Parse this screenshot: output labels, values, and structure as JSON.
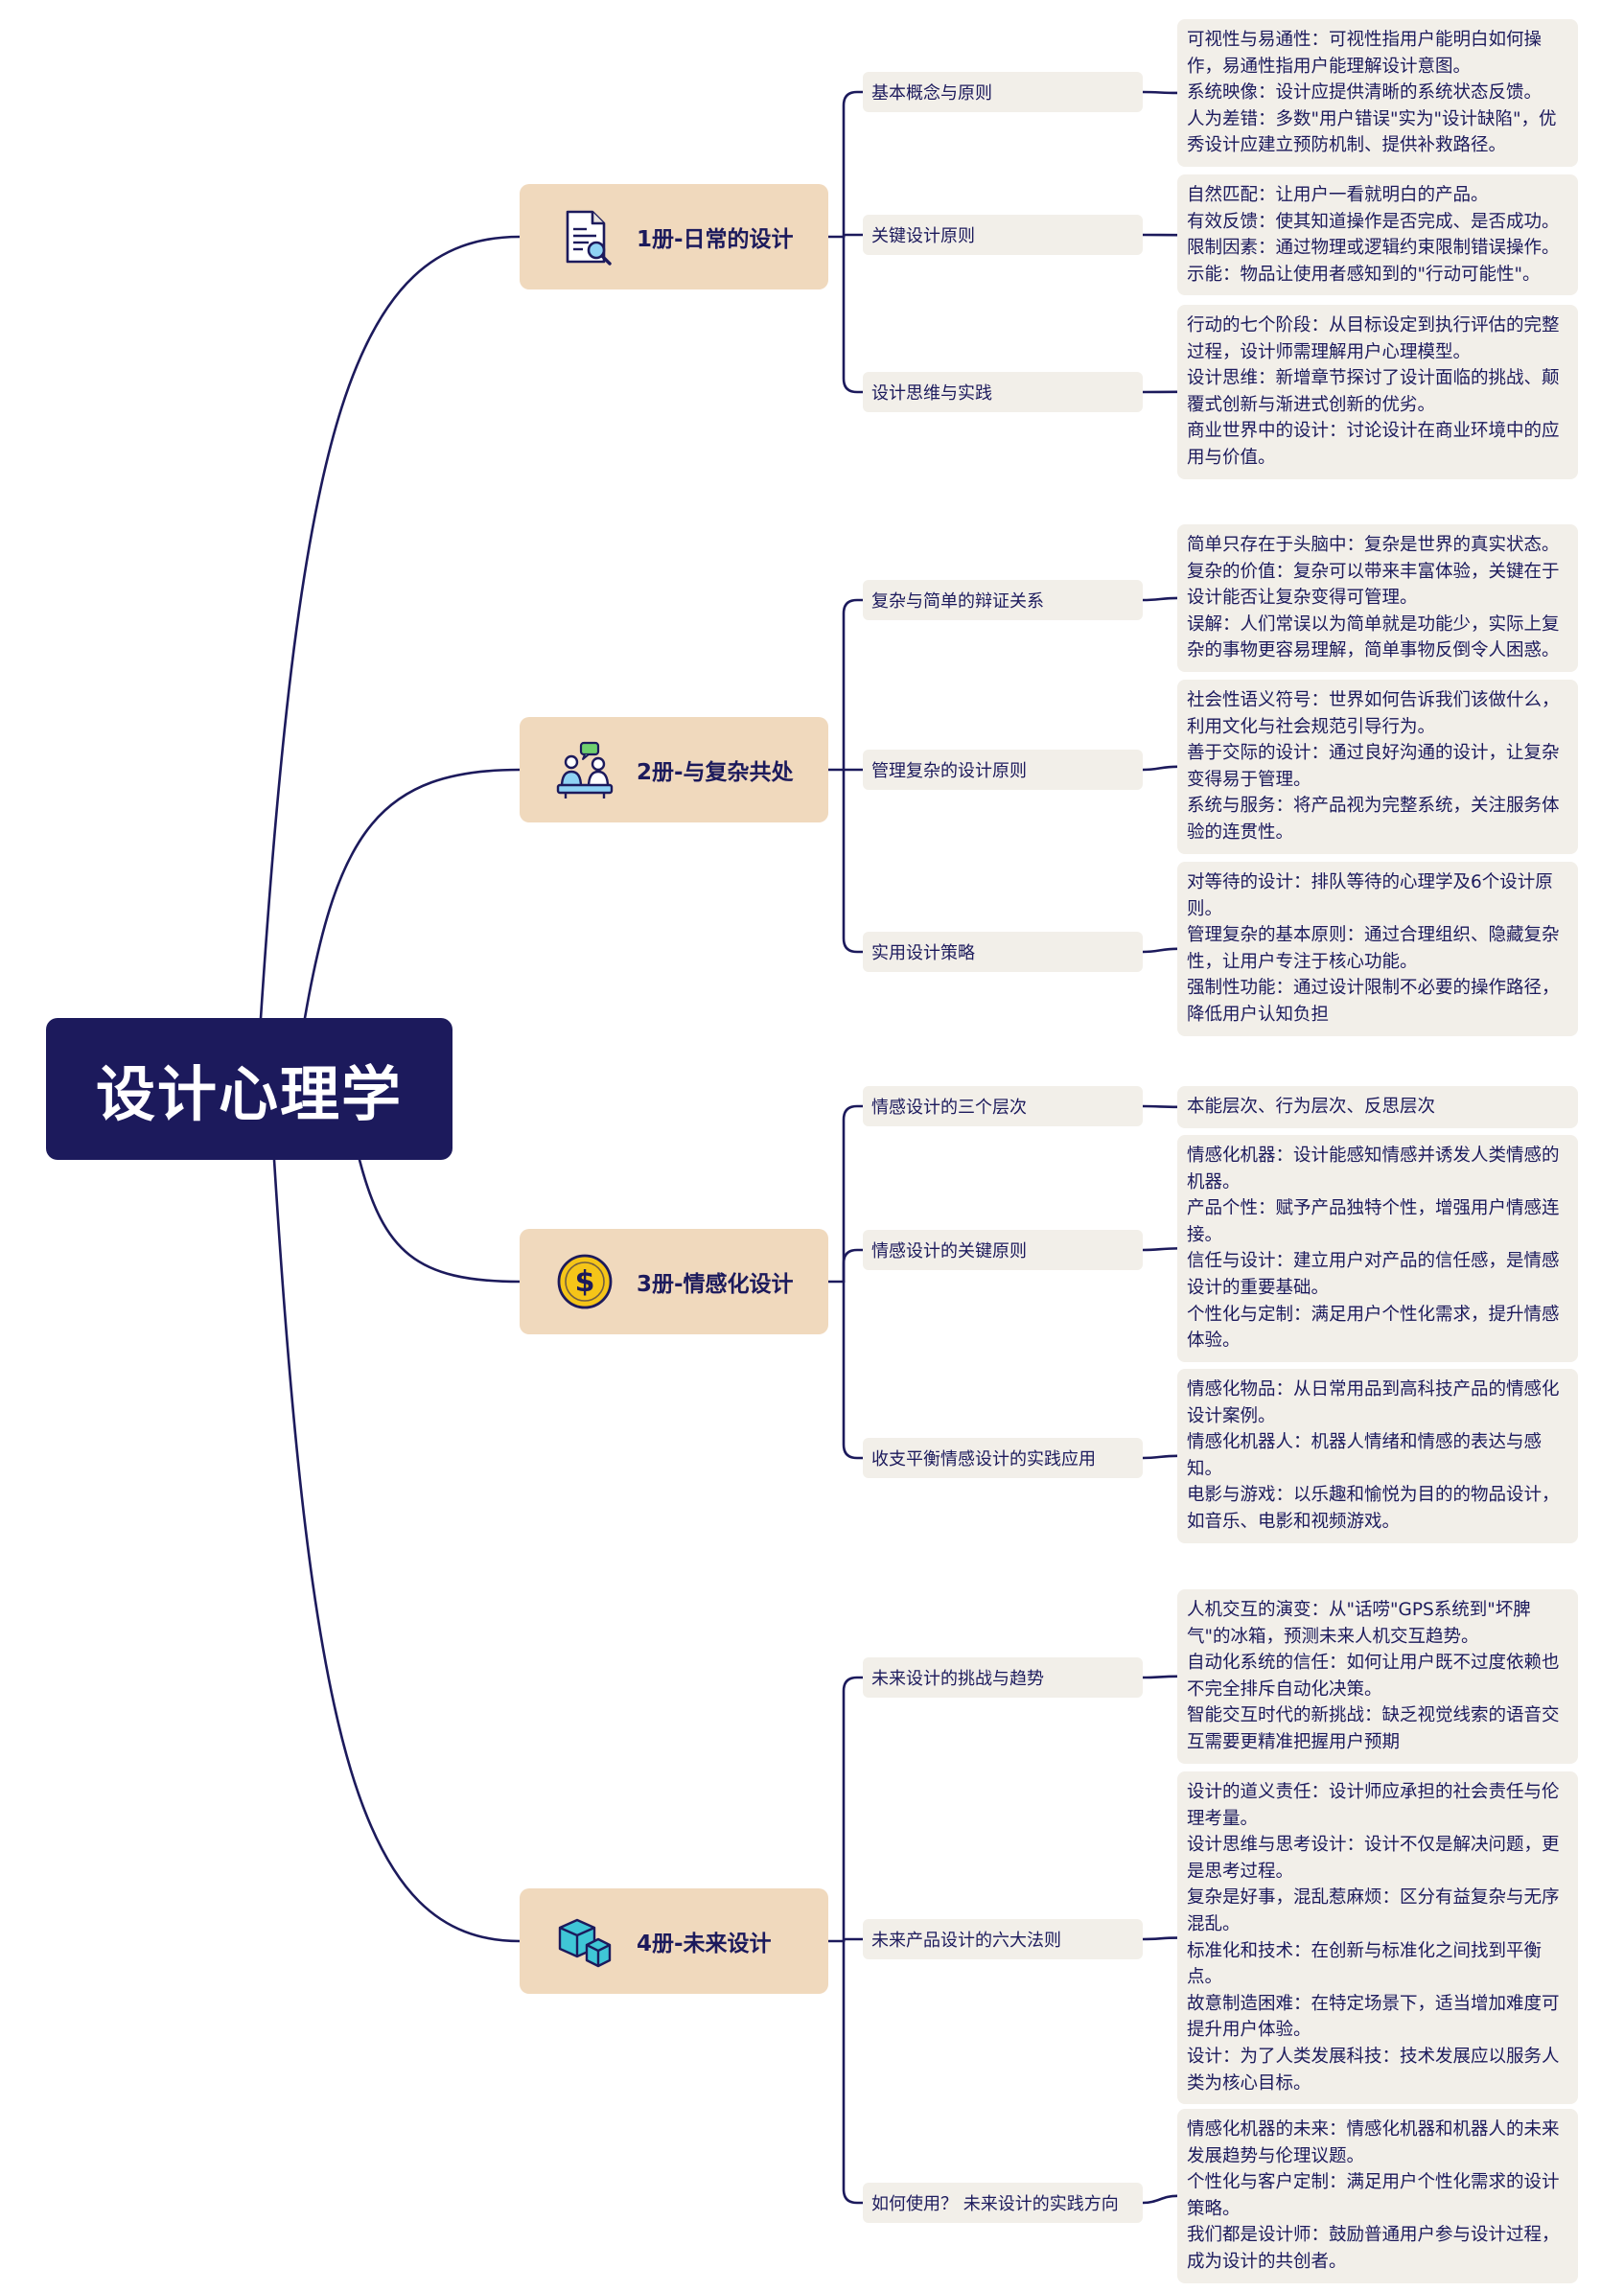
{
  "title": "设计心理学",
  "branches": [
    {
      "label": "1册-日常的设计",
      "icon": "document-search-icon",
      "subs": [
        {
          "label": "基本概念与原则",
          "details": [
            "可视性与易通性：可视性指用户能明白如何操作，易通性指用户能理解设计意图。",
            "系统映像：设计应提供清晰的系统状态反馈。",
            "人为差错：多数\"用户错误\"实为\"设计缺陷\"，优秀设计应建立预防机制、提供补救路径。"
          ]
        },
        {
          "label": "关键设计原则",
          "details": [
            "自然匹配：让用户一看就明白的产品。",
            "有效反馈：使其知道操作是否完成、是否成功。",
            "限制因素：通过物理或逻辑约束限制错误操作。",
            "示能：物品让使用者感知到的\"行动可能性\"。"
          ]
        },
        {
          "label": "设计思维与实践",
          "details": [
            "行动的七个阶段：从目标设定到执行评估的完整过程，设计师需理解用户心理模型。",
            "设计思维：新增章节探讨了设计面临的挑战、颠覆式创新与渐进式创新的优劣。",
            "商业世界中的设计：讨论设计在商业环境中的应用与价值。"
          ]
        }
      ]
    },
    {
      "label": "2册-与复杂共处",
      "icon": "discussion-people-icon",
      "subs": [
        {
          "label": "复杂与简单的辩证关系",
          "details": [
            "简单只存在于头脑中：复杂是世界的真实状态。",
            "复杂的价值：复杂可以带来丰富体验，关键在于设计能否让复杂变得可管理。",
            "误解：人们常误以为简单就是功能少，实际上复杂的事物更容易理解，简单事物反倒令人困惑。"
          ]
        },
        {
          "label": "管理复杂的设计原则",
          "details": [
            "社会性语义符号：世界如何告诉我们该做什么，利用文化与社会规范引导行为。",
            "善于交际的设计：通过良好沟通的设计，让复杂变得易于管理。",
            "系统与服务：将产品视为完整系统，关注服务体验的连贯性。"
          ]
        },
        {
          "label": "实用设计策略",
          "details": [
            "对等待的设计：排队等待的心理学及6个设计原则。",
            "管理复杂的基本原则：通过合理组织、隐藏复杂性，让用户专注于核心功能。",
            "强制性功能：通过设计限制不必要的操作路径，降低用户认知负担"
          ]
        }
      ]
    },
    {
      "label": "3册-情感化设计",
      "icon": "dollar-coin-icon",
      "subs": [
        {
          "label": "情感设计的三个层次",
          "details": [
            "本能层次、行为层次、反思层次"
          ]
        },
        {
          "label": "情感设计的关键原则",
          "details": [
            "情感化机器：设计能感知情感并诱发人类情感的机器。",
            "产品个性：赋予产品独特个性，增强用户情感连接。",
            "信任与设计：建立用户对产品的信任感，是情感设计的重要基础。",
            "个性化与定制：满足用户个性化需求，提升情感体验。"
          ]
        },
        {
          "label": "收支平衡情感设计的实践应用",
          "details": [
            "情感化物品：从日常用品到高科技产品的情感化设计案例。",
            "情感化机器人：机器人情绪和情感的表达与感知。",
            "电影与游戏：以乐趣和愉悦为目的的物品设计，如音乐、电影和视频游戏。"
          ]
        }
      ]
    },
    {
      "label": "4册-未来设计",
      "icon": "cubes-icon",
      "subs": [
        {
          "label": "未来设计的挑战与趋势",
          "details": [
            "人机交互的演变：从\"话唠\"GPS系统到\"坏脾气\"的冰箱，预测未来人机交互趋势。",
            "自动化系统的信任：如何让用户既不过度依赖也不完全排斥自动化决策。",
            "智能交互时代的新挑战：缺乏视觉线索的语音交互需要更精准把握用户预期"
          ]
        },
        {
          "label": "未来产品设计的六大法则",
          "details": [
            "设计的道义责任：设计师应承担的社会责任与伦理考量。",
            "设计思维与思考设计：设计不仅是解决问题，更是思考过程。",
            "复杂是好事，混乱惹麻烦：区分有益复杂与无序混乱。",
            "标准化和技术：在创新与标准化之间找到平衡点。",
            "故意制造困难：在特定场景下，适当增加难度可提升用户体验。",
            "设计：为了人类发展科技：技术发展应以服务人类为核心目标。"
          ]
        },
        {
          "label": "如何使用？ 未来设计的实践方向",
          "details": [
            "情感化机器的未来：情感化机器和机器人的未来发展趋势与伦理议题。",
            "个性化与客户定制：满足用户个性化需求的设计策略。",
            "我们都是设计师：鼓励普通用户参与设计过程，成为设计的共创者。"
          ]
        }
      ]
    }
  ],
  "colors": {
    "root_bg": "#1c1a5c",
    "branch_bg": "#f0d9bd",
    "sub_bg": "#f2efe9",
    "connector": "#1c1a5c",
    "text": "#1c1a5c"
  }
}
